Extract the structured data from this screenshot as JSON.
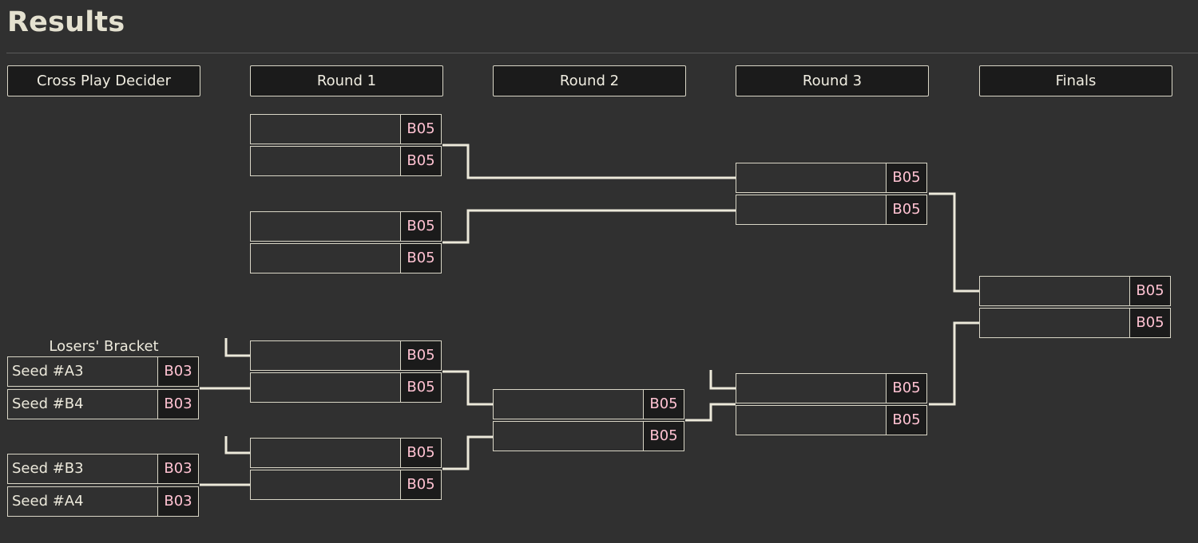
{
  "page_title": "Results",
  "columns": {
    "cross_play": "Cross Play Decider",
    "round1": "Round 1",
    "round2": "Round 2",
    "round3": "Round 3",
    "finals": "Finals"
  },
  "losers_bracket_label": "Losers' Bracket",
  "cross_play_matches": [
    {
      "slots": [
        {
          "name": "Seed #A3",
          "format": "B03"
        },
        {
          "name": "Seed #B4",
          "format": "B03"
        }
      ]
    },
    {
      "slots": [
        {
          "name": "Seed #B3",
          "format": "B03"
        },
        {
          "name": "Seed #A4",
          "format": "B03"
        }
      ]
    }
  ],
  "round1_matches": [
    {
      "slots": [
        {
          "name": "",
          "format": "B05"
        },
        {
          "name": "",
          "format": "B05"
        }
      ]
    },
    {
      "slots": [
        {
          "name": "",
          "format": "B05"
        },
        {
          "name": "",
          "format": "B05"
        }
      ]
    },
    {
      "slots": [
        {
          "name": "",
          "format": "B05"
        },
        {
          "name": "",
          "format": "B05"
        }
      ]
    },
    {
      "slots": [
        {
          "name": "",
          "format": "B05"
        },
        {
          "name": "",
          "format": "B05"
        }
      ]
    }
  ],
  "round2_matches": [
    {
      "slots": [
        {
          "name": "",
          "format": "B05"
        },
        {
          "name": "",
          "format": "B05"
        }
      ]
    }
  ],
  "round3_matches": [
    {
      "slots": [
        {
          "name": "",
          "format": "B05"
        },
        {
          "name": "",
          "format": "B05"
        }
      ]
    },
    {
      "slots": [
        {
          "name": "",
          "format": "B05"
        },
        {
          "name": "",
          "format": "B05"
        }
      ]
    }
  ],
  "finals_matches": [
    {
      "slots": [
        {
          "name": "",
          "format": "B05"
        },
        {
          "name": "",
          "format": "B05"
        }
      ]
    }
  ],
  "colors": {
    "background": "#303030",
    "header_fill": "#1b1b1b",
    "border": "#d9d6c6",
    "format_text": "#ffc2d2",
    "text": "#ece9db"
  }
}
